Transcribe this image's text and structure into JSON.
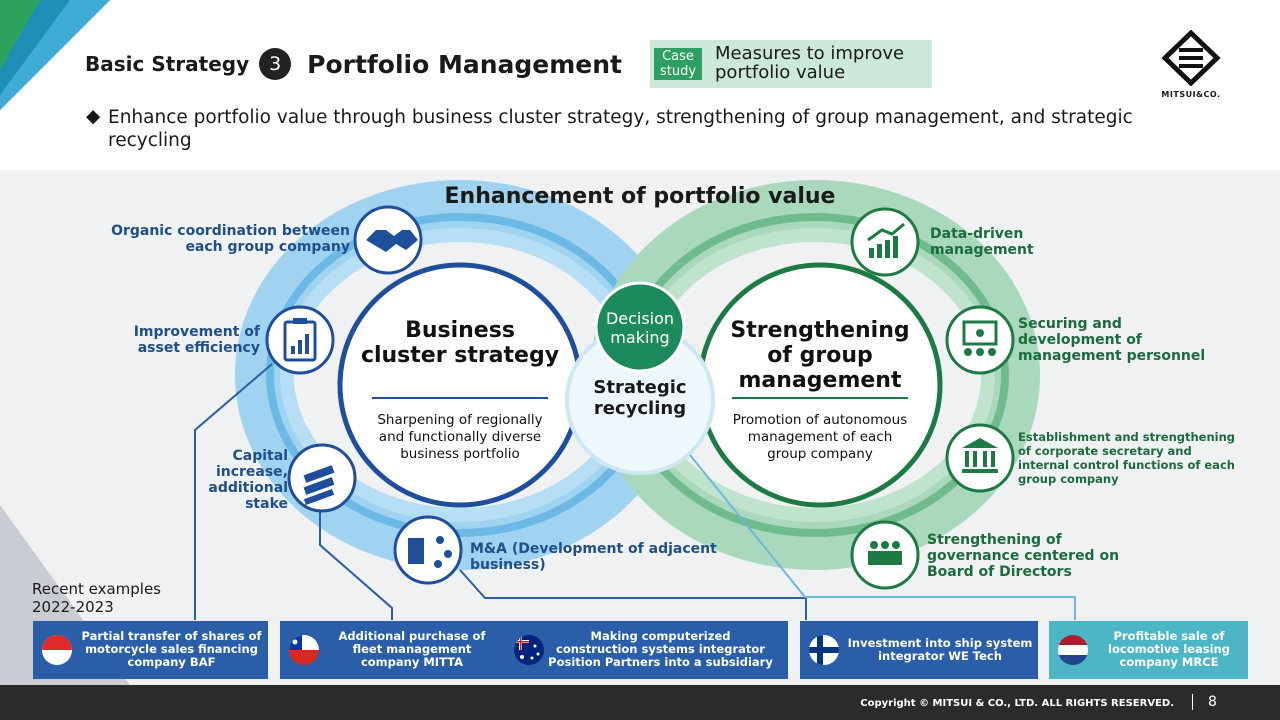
{
  "header": {
    "basic_strategy": "Basic Strategy",
    "strategy_number": "3",
    "title": "Portfolio Management",
    "case_tag": "Case study",
    "case_text": "Measures to improve portfolio value",
    "logo_text": "MITSUI&CO."
  },
  "bullet": "Enhance portfolio value through business cluster strategy, strengthening of group management, and strategic recycling",
  "diagram": {
    "title": "Enhancement of portfolio value",
    "left_circle": {
      "title": "Business cluster strategy",
      "subtitle": "Sharpening of regionally and functionally diverse business portfolio"
    },
    "right_circle": {
      "title": "Strengthening of group management",
      "subtitle": "Promotion of autonomous management of each group company"
    },
    "center": {
      "badge": "Decision making",
      "title": "Strategic recycling"
    },
    "left_labels": {
      "organic": "Organic coordination between each group company",
      "asset": "Improvement of asset efficiency",
      "capital": "Capital increase, additional stake",
      "ma": "M&A (Development of adjacent business)"
    },
    "right_labels": {
      "data": "Data-driven management",
      "personnel": "Securing and development of management personnel",
      "secretary": "Establishment and strengthening of corporate secretary and internal control functions of each group company",
      "governance": "Strengthening of governance centered on Board of Directors"
    },
    "icons": [
      "handshake-icon",
      "clipboard-chart-icon",
      "money-stack-icon",
      "network-icon",
      "growth-chart-icon",
      "presenter-icon",
      "institution-icon",
      "board-people-icon"
    ]
  },
  "recent": {
    "label": "Recent examples 2022-2023",
    "examples": [
      {
        "text": "Partial transfer of shares of motorcycle sales financing company BAF",
        "flag": "indonesia-flag-icon"
      },
      {
        "text": "Additional purchase of fleet management company MITTA",
        "flag": "chile-flag-icon"
      },
      {
        "text": "Making computerized construction systems integrator Position Partners into a subsidiary",
        "flag": "australia-flag-icon"
      },
      {
        "text": "Investment into ship system integrator WE Tech",
        "flag": "finland-flag-icon"
      },
      {
        "text": "Profitable sale of locomotive leasing company MRCE",
        "flag": "netherlands-flag-icon"
      }
    ]
  },
  "footer": {
    "copyright": "Copyright © MITSUI & CO., LTD. ALL RIGHTS RESERVED.",
    "page": "8"
  },
  "colors": {
    "blue_dark": "#1f4e8c",
    "blue_box": "#2a5ea8",
    "green_dark": "#1b6b3d",
    "teal_box": "#4db6c6",
    "case_green": "#2e9e62"
  }
}
